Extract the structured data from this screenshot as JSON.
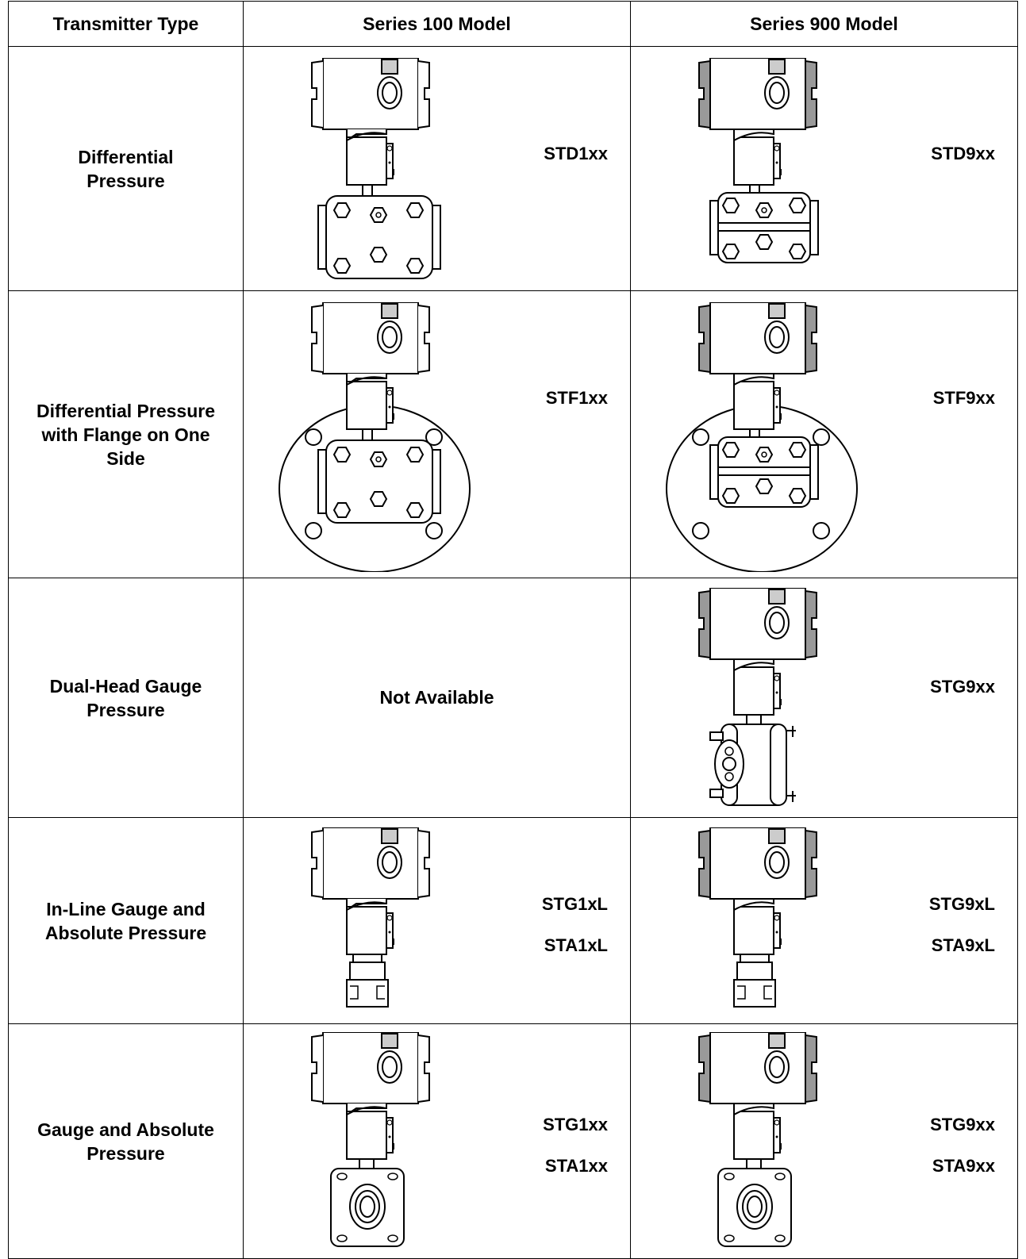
{
  "headers": {
    "type": "Transmitter Type",
    "s100": "Series 100 Model",
    "s900": "Series 900 Model"
  },
  "rows": [
    {
      "type_lines": [
        "Differential",
        "Pressure"
      ],
      "s100": [
        "STD1xx"
      ],
      "s900": [
        "STD9xx"
      ]
    },
    {
      "type_lines": [
        "Differential Pressure",
        "with Flange on One",
        "Side"
      ],
      "s100": [
        "STF1xx"
      ],
      "s900": [
        "STF9xx"
      ]
    },
    {
      "type_lines": [
        "Dual-Head Gauge",
        "Pressure"
      ],
      "s100_na": "Not Available",
      "s900": [
        "STG9xx"
      ]
    },
    {
      "type_lines": [
        "In-Line Gauge and",
        "Absolute Pressure"
      ],
      "s100": [
        "STG1xL",
        "STA1xL"
      ],
      "s900": [
        "STG9xL",
        "STA9xL"
      ]
    },
    {
      "type_lines": [
        "Gauge and Absolute",
        "Pressure"
      ],
      "s100": [
        "STG1xx",
        "STA1xx"
      ],
      "s900": [
        "STG9xx",
        "STA9xx"
      ]
    }
  ],
  "icons": {
    "housing_s100": "transmitter-housing-plain",
    "housing_s900": "transmitter-housing-gray-caps",
    "colors": {
      "cap_gray": "#999999",
      "window_gray": "#cccccc"
    }
  }
}
